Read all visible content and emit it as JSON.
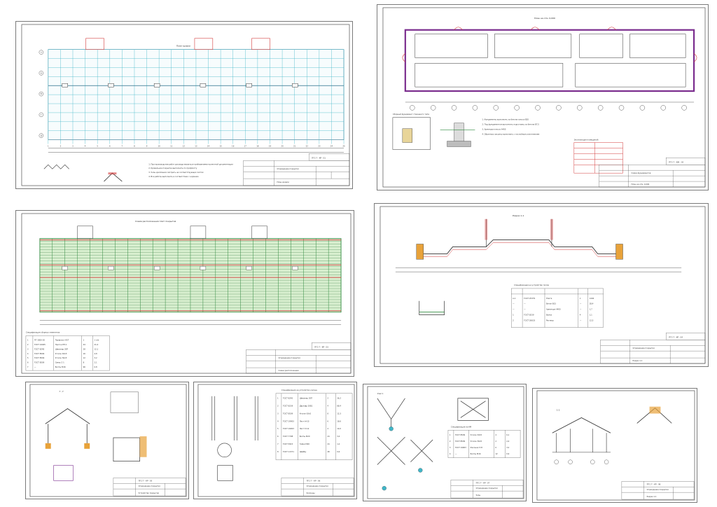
{
  "sheets": [
    {
      "id": "plan-roof",
      "title_text": "План кровли",
      "stamp_code": "ПГС-7 - КР - 01",
      "stamp_name": "Ограждение покрытия",
      "stamp_sheet": "План кровли",
      "grid_numbers": [
        "1",
        "2",
        "3",
        "4",
        "5",
        "6",
        "7",
        "8",
        "9",
        "10",
        "11",
        "12",
        "13",
        "14",
        "15",
        "16",
        "17",
        "18",
        "19",
        "20",
        "21",
        "22",
        "23",
        "24",
        "25"
      ],
      "grid_letters": [
        "А",
        "Б",
        "В",
        "Г",
        "Д"
      ],
      "notes": [
        "1. При производстве работ руководствоваться требованиями проектной документации",
        "2. Кровельное покрытие выполнить по профлисту",
        "3. Узлы крепления смотреть на соответствующих листах",
        "4. Все работы выполнять в соответствии с нормами"
      ]
    },
    {
      "id": "plan-fundament",
      "title_text": "План на отм. 0,000",
      "stamp_code": "ПГС-7 - КЖ - 02",
      "stamp_name": "Схема фундаментов",
      "stamp_sheet": "План на отм. 0,000",
      "legend_title": "Экспликация помещений",
      "detail_title": "Сборный фундамент стаканного типа",
      "notes": [
        "1. Фундаменты выполнить из бетона класса B20",
        "2. Под фундаментом выполнить подготовку из бетона B7,5",
        "3. Арматура класса A400",
        "4. Обратную засыпку выполнить с послойным уплотнением"
      ]
    },
    {
      "id": "plan-slab",
      "title_text": "Схема расположения плит покрытия",
      "stamp_code": "ПГС-7 - КР - 03",
      "stamp_name": "Ограждение покрытия",
      "stamp_sheet": "Схема расположения",
      "spec_title": "Спецификация сборных элементов",
      "spec_rows": [
        [
          "1",
          "ПГ 3000-30",
          "Профлист Н57",
          "1",
          "1 т/м"
        ],
        [
          "2",
          "ГОСТ 24045",
          "Прогон ПР-1",
          "44",
          "21,0"
        ],
        [
          "3",
          "ГОСТ 8240",
          "Швеллер 20П",
          "28",
          "12,1"
        ],
        [
          "4",
          "ГОСТ 8509",
          "Уголок 63х5",
          "16",
          "4,8"
        ],
        [
          "5",
          "ГОСТ 8509",
          "Уголок 50х5",
          "12",
          "3,2"
        ],
        [
          "6",
          "ГОСТ 8509",
          "Связь С-1",
          "8",
          "2,1"
        ],
        [
          "7",
          "—",
          "Болты М16",
          "96",
          "0,8"
        ]
      ]
    },
    {
      "id": "section-1",
      "title_text": "Разрез 1-1",
      "stamp_code": "ПГС-7 - КР - 04",
      "stamp_name": "Ограждение покрытия",
      "stamp_sheet": "Разрез 1-1",
      "spec_title": "Спецификация на устройство полов",
      "spec_rows": [
        [
          "А-1",
          "ГОСТ 25379",
          "Плита",
          "1",
          "1440"
        ],
        [
          "—",
          "—",
          "Бетон B15",
          "—",
          "28,4"
        ],
        [
          "—",
          "—",
          "Арматура A400",
          "—",
          "1,7"
        ],
        [
          "1",
          "ГОСТ 8239",
          "Балка",
          "4",
          "1,1"
        ],
        [
          "2",
          "ГОСТ 26633",
          "Раствор",
          "—",
          "12,5"
        ]
      ]
    },
    {
      "id": "frame-section",
      "title_text": "Г - Г",
      "stamp_code": "ПГС-7 - КР - 05",
      "stamp_name": "Ограждение покрытия",
      "stamp_sheet": "Устройство покрытия"
    },
    {
      "id": "columns",
      "title_text": "Спецификация на устройство колонн",
      "stamp_code": "ПГС-7 - КР - 06",
      "stamp_name": "Ограждение покрытия",
      "stamp_sheet": "Колонны",
      "spec_rows": [
        [
          "1",
          "ГОСТ 8240",
          "Швеллер 20П",
          "2",
          "36,2"
        ],
        [
          "2",
          "ГОСТ 8239",
          "Двутавр 20Б1",
          "4",
          "88,4"
        ],
        [
          "3",
          "ГОСТ 8509",
          "Уголок 63х5",
          "8",
          "12,3"
        ],
        [
          "4",
          "ГОСТ 19903",
          "Лист t=10",
          "6",
          "18,6"
        ],
        [
          "5",
          "ГОСТ 19903",
          "Лист t=12",
          "4",
          "14,0"
        ],
        [
          "6",
          "ГОСТ 7798",
          "Болты М20",
          "24",
          "3,4"
        ],
        [
          "7",
          "ГОСТ 5915",
          "Гайки М20",
          "24",
          "1,2"
        ],
        [
          "8",
          "ГОСТ 11371",
          "Шайбы",
          "48",
          "0,6"
        ]
      ]
    },
    {
      "id": "nodes",
      "title_text": "Узел 1",
      "stamp_code": "ПГС-7 - КР - 07",
      "stamp_name": "Ограждение покрытия",
      "stamp_sheet": "Узлы",
      "spec_title": "Спецификация на КМ",
      "spec_rows": [
        [
          "1",
          "ГОСТ 8509",
          "Уголок 63х5",
          "4",
          "6,1"
        ],
        [
          "2",
          "ГОСТ 8509",
          "Уголок 50х5",
          "2",
          "2,4"
        ],
        [
          "3",
          "ГОСТ 19903",
          "Фасонка t=8",
          "6",
          "3,2"
        ],
        [
          "4",
          "—",
          "Болты М16",
          "12",
          "0,9"
        ]
      ]
    },
    {
      "id": "section-farm",
      "title_text": "1-1",
      "stamp_code": "ПГС-7 - КР - 08",
      "stamp_name": "Ограждение покрытия",
      "stamp_sheet": "Разрез 1-1"
    }
  ],
  "colors": {
    "grid": "#3fb6c8",
    "grid_dark": "#2b6f8a",
    "purple": "#7b2d8e",
    "red": "#d33a3a",
    "green": "#2e8b3e",
    "line": "#222222"
  }
}
